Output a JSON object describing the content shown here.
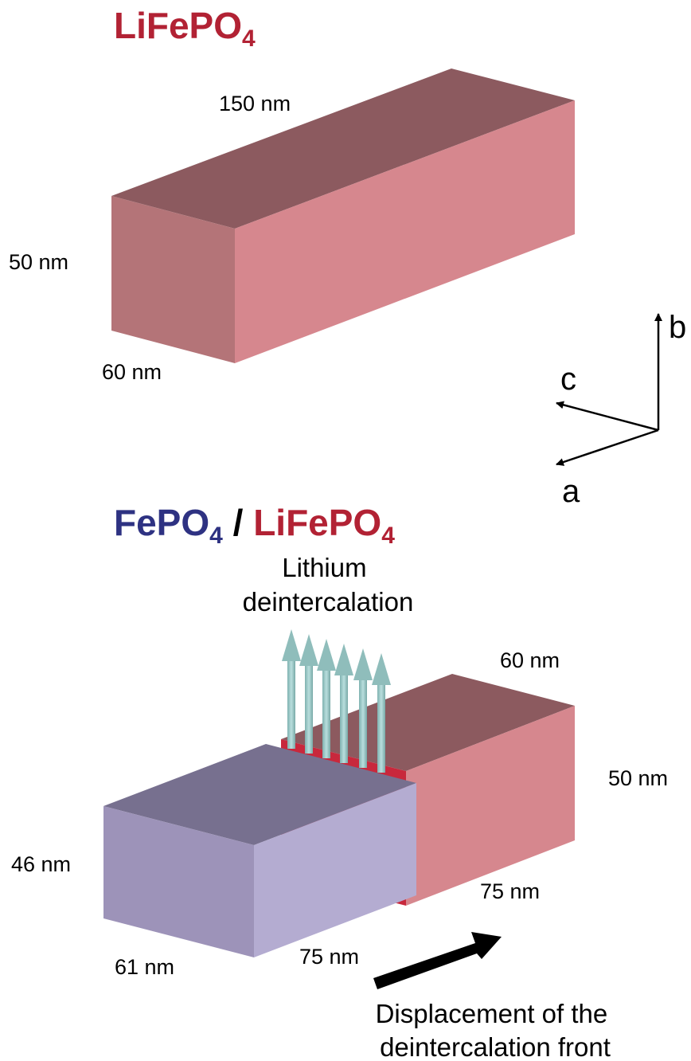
{
  "top_panel": {
    "title": {
      "base": "LiFePO",
      "subscript": "4"
    },
    "crystal": {
      "dimensions": {
        "length": "150 nm",
        "height": "50 nm",
        "depth": "60 nm"
      }
    }
  },
  "axes": {
    "a": "a",
    "b": "b",
    "c": "c"
  },
  "bottom_panel": {
    "title": {
      "part1": {
        "base": "FePO",
        "subscript": "4"
      },
      "separator": " / ",
      "part2": {
        "base": "LiFePO",
        "subscript": "4"
      }
    },
    "lithium_label": {
      "line1": "Lithium",
      "line2": "deintercalation"
    },
    "lifepo4_block": {
      "depth": "60 nm",
      "height": "50 nm",
      "length": "75 nm"
    },
    "fepo4_block": {
      "height": "46 nm",
      "depth": "61 nm",
      "length": "75 nm"
    },
    "front_label": {
      "line1": "Displacement of the",
      "line2": "deintercalation front"
    }
  },
  "colors": {
    "lifepo4_title": "#b22234",
    "fepo4_title": "#2e3282",
    "lifepo4_top": "#8c5a5f",
    "lifepo4_front": "#b47478",
    "lifepo4_side": "#d6878e",
    "fepo4_top": "#77708f",
    "fepo4_front": "#9d93b9",
    "fepo4_side": "#b4acd1",
    "interface": "#c8283c",
    "lithium_arrow": "#9ccac8",
    "black": "#000000"
  }
}
